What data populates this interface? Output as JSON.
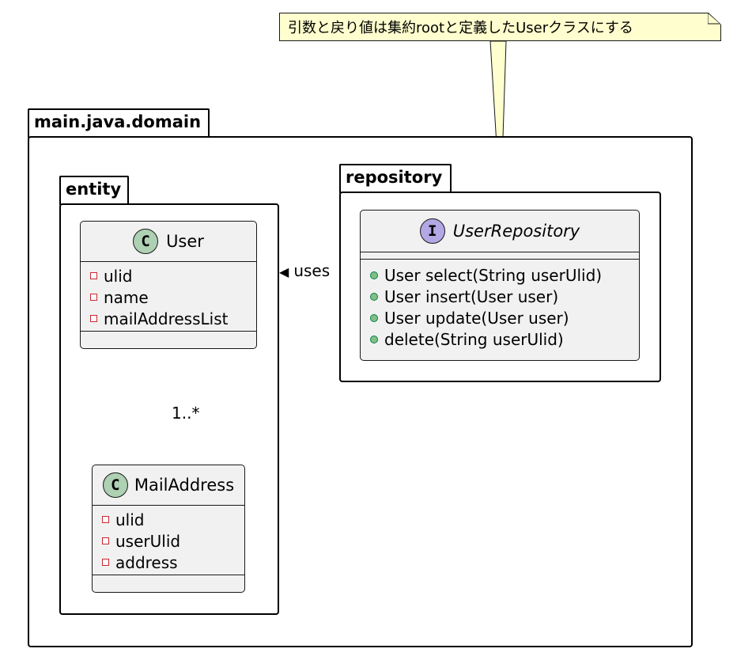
{
  "note": {
    "text": "引数と戻り値は集約rootと定義したUserクラスにする"
  },
  "packages": {
    "outer": {
      "name": "main.java.domain"
    },
    "entity": {
      "name": "entity"
    },
    "repository": {
      "name": "repository"
    }
  },
  "classes": {
    "user": {
      "stereotype": "C",
      "name": "User",
      "fields": [
        "ulid",
        "name",
        "mailAddressList"
      ]
    },
    "mailaddress": {
      "stereotype": "C",
      "name": "MailAddress",
      "fields": [
        "ulid",
        "userUlid",
        "address"
      ]
    },
    "userrepository": {
      "stereotype": "I",
      "name": "UserRepository",
      "methods": [
        "User select(String userUlid)",
        "User insert(User user)",
        "User update(User user)",
        "delete(String userUlid)"
      ]
    }
  },
  "relations": {
    "uses": {
      "label": "uses",
      "arrow": "◀"
    },
    "composition": {
      "multiplicity": "1..*"
    }
  },
  "colors": {
    "note_bg": "#fefece",
    "class_bg": "#f1f1f1",
    "class_stereo": "#add1b2",
    "interface_stereo": "#b4a7e5",
    "private_marker": "#c82930",
    "public_marker": "#84be84"
  }
}
